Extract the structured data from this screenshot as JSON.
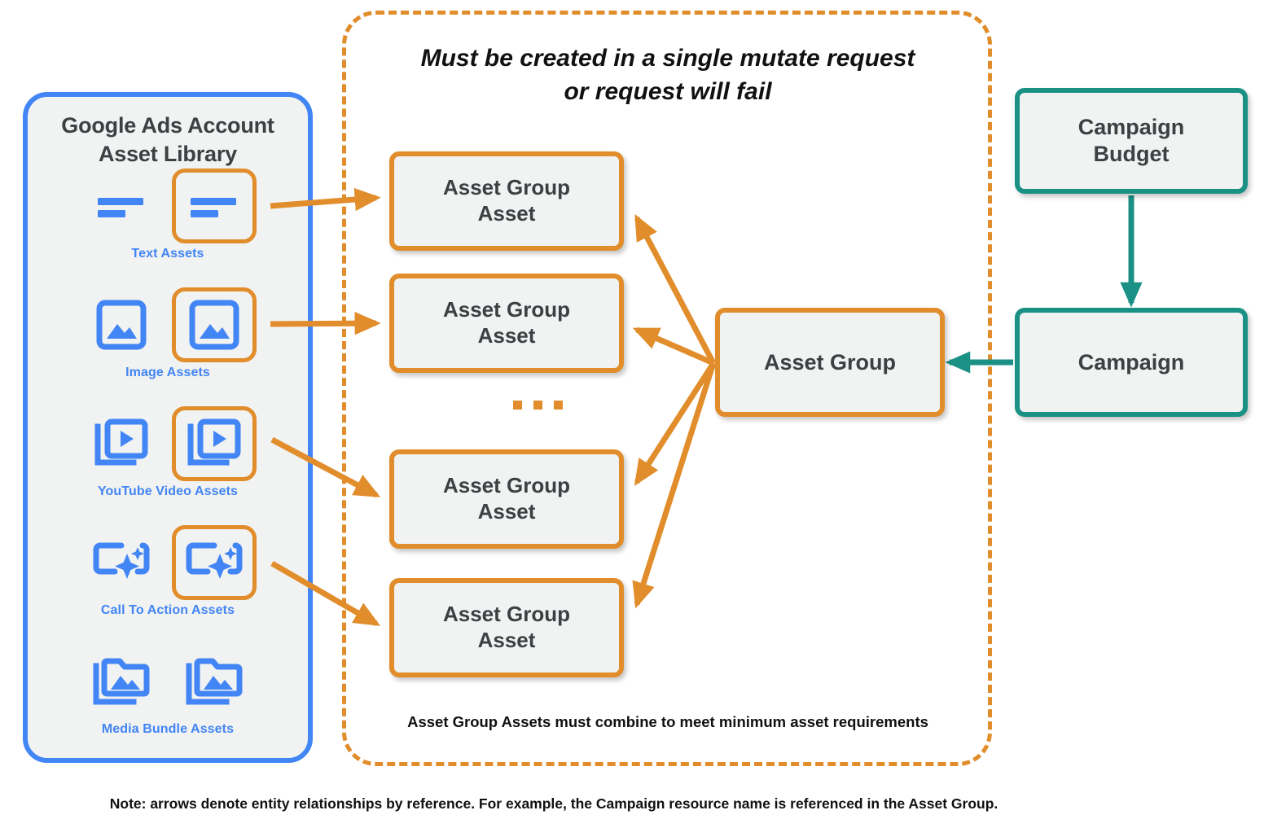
{
  "library": {
    "title_line1": "Google Ads Account",
    "title_line2": "Asset Library",
    "border_color": "#4285F4",
    "assets": [
      {
        "caption": "Text Assets",
        "icon": "text-lines-icon",
        "highlighted": true
      },
      {
        "caption": "Image Assets",
        "icon": "image-icon",
        "highlighted": true
      },
      {
        "caption": "YouTube Video  Assets",
        "icon": "video-stack-icon",
        "highlighted": true
      },
      {
        "caption": "Call To Action Assets",
        "icon": "call-to-action-icon",
        "highlighted": true
      },
      {
        "caption": "Media Bundle  Assets",
        "icon": "media-bundle-icon",
        "highlighted": false
      }
    ]
  },
  "mutate_container": {
    "heading_line1": "Must be created in a single mutate request",
    "heading_line2": "or request will fail",
    "footnote": "Asset Group Assets must combine to meet minimum asset requirements",
    "border_color": "#E18D2B"
  },
  "nodes": {
    "asset_group_assets": [
      {
        "line1": "Asset Group",
        "line2": "Asset"
      },
      {
        "line1": "Asset Group",
        "line2": "Asset"
      },
      {
        "line1": "Asset Group",
        "line2": "Asset"
      },
      {
        "line1": "Asset Group",
        "line2": "Asset"
      }
    ],
    "ellipsis": "...",
    "asset_group": {
      "label": "Asset Group",
      "color": "#E18D2B"
    },
    "campaign_budget": {
      "line1": "Campaign",
      "line2": "Budget",
      "color": "#1A9184"
    },
    "campaign": {
      "label": "Campaign",
      "color": "#1A9184"
    }
  },
  "footer": {
    "note": "Note: arrows denote entity relationships by reference. For example, the Campaign resource name is referenced in the Asset Group."
  },
  "colors": {
    "orange": "#E18D2B",
    "teal": "#1A9184",
    "blue": "#4285F4",
    "box_fill": "#f1f2f2",
    "text": "#3c4043"
  }
}
